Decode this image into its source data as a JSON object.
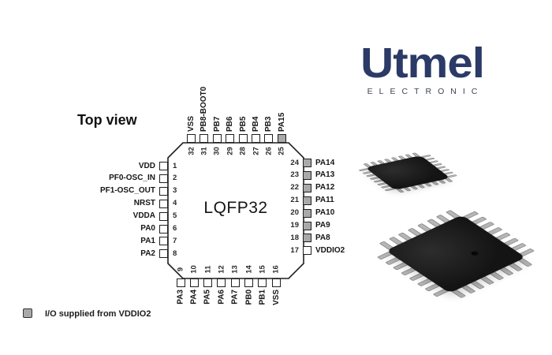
{
  "page": {
    "background": "#ffffff"
  },
  "logo": {
    "brand": "Utmel",
    "subtitle": "ELECTRONIC",
    "color": "#2b3a66"
  },
  "diagram": {
    "title": "Top view",
    "package_label": "LQFP32",
    "legend_label": "I/O supplied from VDDIO2",
    "colors": {
      "line": "#1f1f1f",
      "vddio2_fill": "#a9a9a9",
      "pin_fill": "#ffffff"
    },
    "pins": {
      "left": [
        {
          "num": 1,
          "label": "VDD",
          "vddio2": false
        },
        {
          "num": 2,
          "label": "PF0-OSC_IN",
          "vddio2": false
        },
        {
          "num": 3,
          "label": "PF1-OSC_OUT",
          "vddio2": false
        },
        {
          "num": 4,
          "label": "NRST",
          "vddio2": false
        },
        {
          "num": 5,
          "label": "VDDA",
          "vddio2": false
        },
        {
          "num": 6,
          "label": "PA0",
          "vddio2": false
        },
        {
          "num": 7,
          "label": "PA1",
          "vddio2": false
        },
        {
          "num": 8,
          "label": "PA2",
          "vddio2": false
        }
      ],
      "top": [
        {
          "num": 32,
          "label": "VSS",
          "vddio2": false
        },
        {
          "num": 31,
          "label": "PB8-BOOT0",
          "vddio2": false
        },
        {
          "num": 30,
          "label": "PB7",
          "vddio2": false
        },
        {
          "num": 29,
          "label": "PB6",
          "vddio2": false
        },
        {
          "num": 28,
          "label": "PB5",
          "vddio2": false
        },
        {
          "num": 27,
          "label": "PB4",
          "vddio2": false
        },
        {
          "num": 26,
          "label": "PB3",
          "vddio2": false
        },
        {
          "num": 25,
          "label": "PA15",
          "vddio2": true
        }
      ],
      "right": [
        {
          "num": 24,
          "label": "PA14",
          "vddio2": true
        },
        {
          "num": 23,
          "label": "PA13",
          "vddio2": true
        },
        {
          "num": 22,
          "label": "PA12",
          "vddio2": true
        },
        {
          "num": 21,
          "label": "PA11",
          "vddio2": true
        },
        {
          "num": 20,
          "label": "PA10",
          "vddio2": true
        },
        {
          "num": 19,
          "label": "PA9",
          "vddio2": true
        },
        {
          "num": 18,
          "label": "PA8",
          "vddio2": true
        },
        {
          "num": 17,
          "label": "VDDIO2",
          "vddio2": false
        }
      ],
      "bottom": [
        {
          "num": 9,
          "label": "PA3",
          "vddio2": false
        },
        {
          "num": 10,
          "label": "PA4",
          "vddio2": false
        },
        {
          "num": 11,
          "label": "PA5",
          "vddio2": false
        },
        {
          "num": 12,
          "label": "PA6",
          "vddio2": false
        },
        {
          "num": 13,
          "label": "PA7",
          "vddio2": false
        },
        {
          "num": 14,
          "label": "PB0",
          "vddio2": false
        },
        {
          "num": 15,
          "label": "PB1",
          "vddio2": false
        },
        {
          "num": 16,
          "label": "VSS",
          "vddio2": false
        }
      ]
    }
  },
  "photos": {
    "items": [
      "qfp-chip-photo-top",
      "qfp-chip-photo-bottom"
    ]
  }
}
